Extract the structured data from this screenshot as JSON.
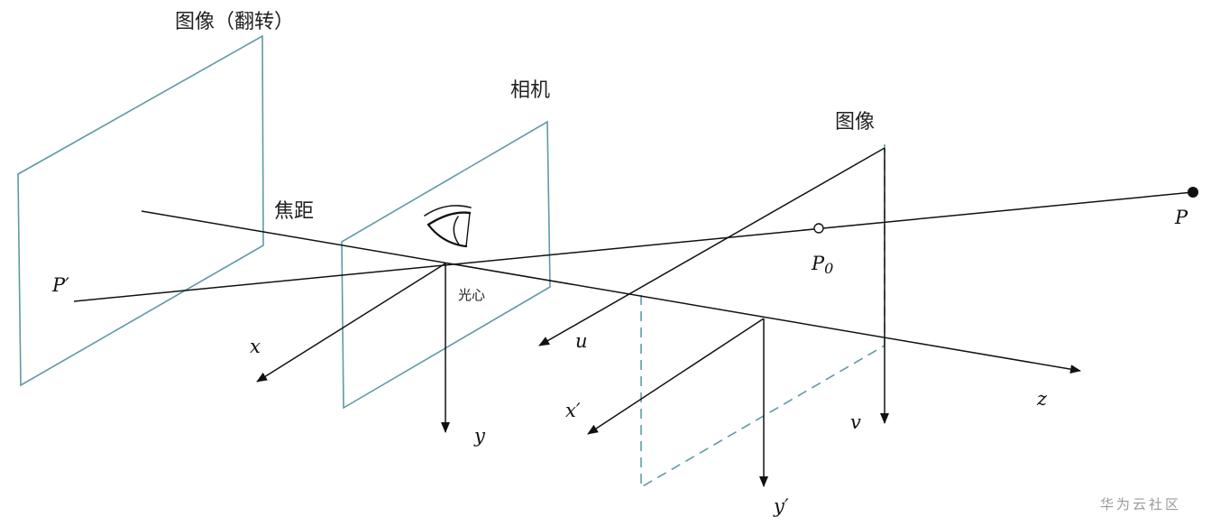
{
  "labels": {
    "flipped_image": "图像（翻转）",
    "camera": "相机",
    "image": "图像",
    "focal_length": "焦距",
    "optical_center": "光心",
    "P_prime": "P′",
    "P": "P",
    "P0": "P",
    "P0_sub": "0",
    "x": "x",
    "y": "y",
    "z": "z",
    "u": "u",
    "v": "v",
    "x_prime": "x′",
    "y_prime": "y′"
  },
  "watermark": "华为云社区",
  "colors": {
    "plane_stroke": "#5f9aa6",
    "line": "#111111",
    "watermark": "#9a9a9a"
  }
}
